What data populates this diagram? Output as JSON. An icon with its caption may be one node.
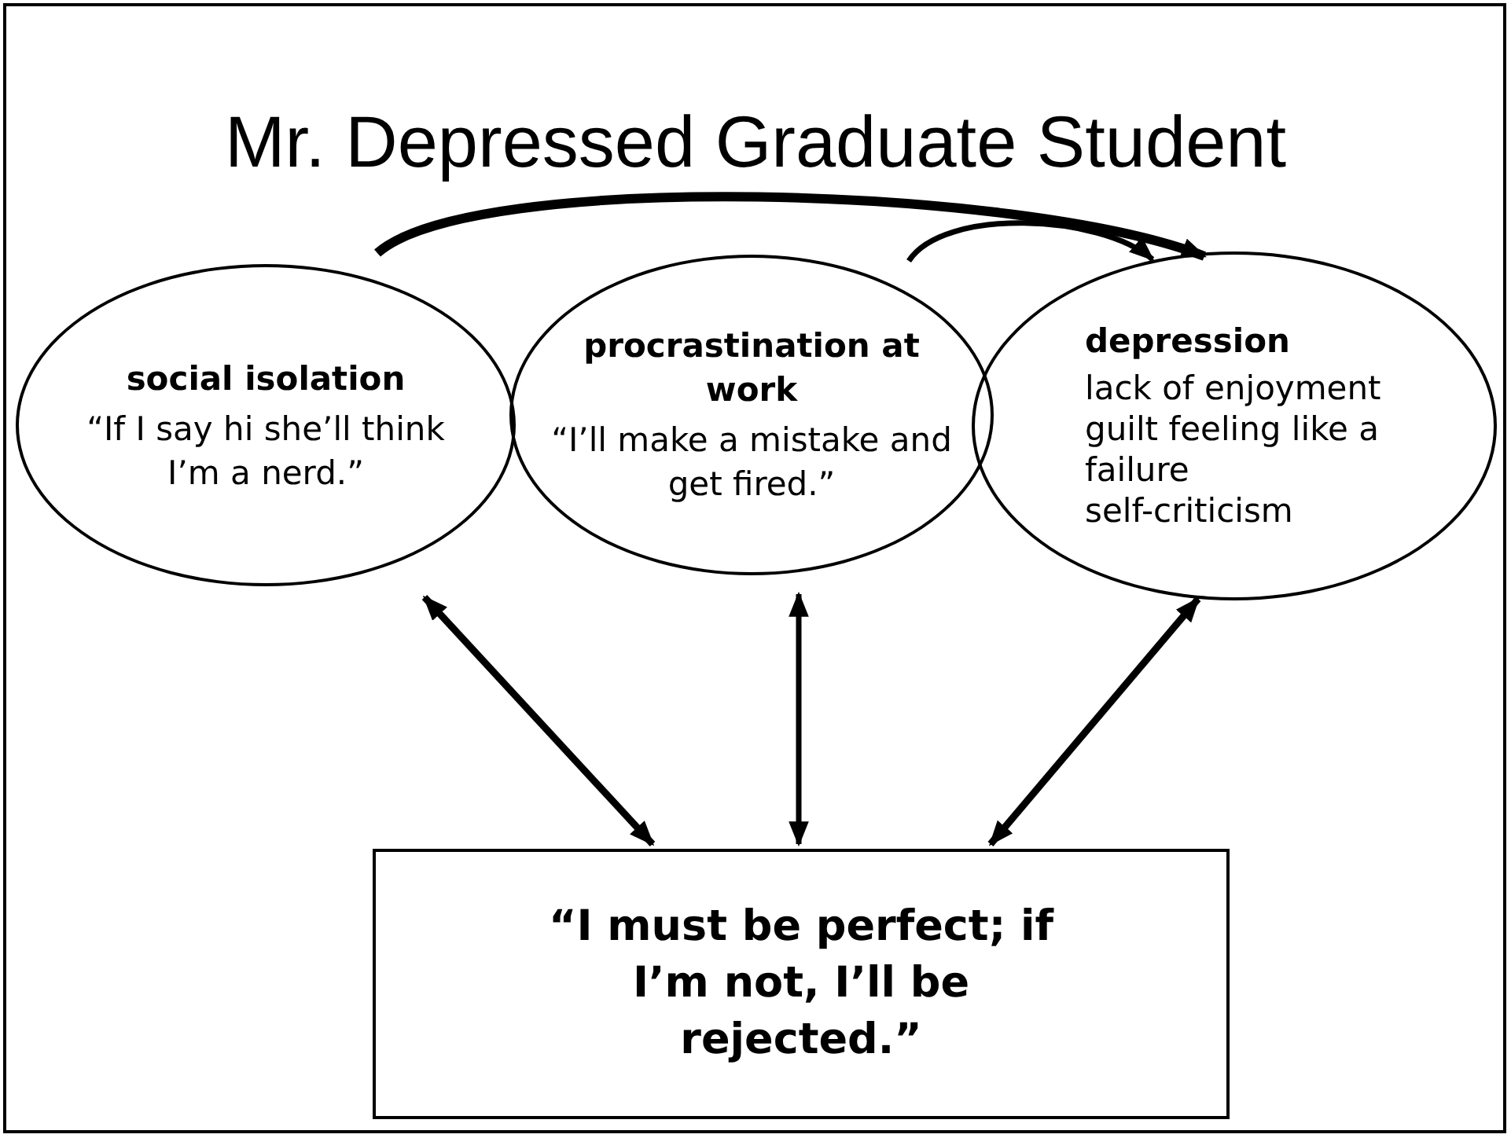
{
  "diagram": {
    "title": "Mr. Depressed Graduate Student",
    "nodes": [
      {
        "text": [
          "social isolation",
          "“If I say hi she’ll think I’m a nerd.”"
        ]
      },
      {
        "text": [
          "procrastination at work",
          "“I’ll make a mistake and get fired.”"
        ]
      },
      {
        "text": [
          "depression",
          "lack of enjoyment",
          "guilt feeling like a failure",
          "self-criticism"
        ]
      },
      {
        "text": [
          "“I must be perfect; if I’m not, I’ll be rejected.”"
        ]
      }
    ],
    "edges": [
      {
        "from": 0,
        "to": 2,
        "arrow": "to"
      },
      {
        "from": 1,
        "to": 2,
        "arrow": "to"
      },
      {
        "from": 3,
        "to": 0,
        "arrow": "both"
      },
      {
        "from": 3,
        "to": 1,
        "arrow": "both"
      },
      {
        "from": 3,
        "to": 2,
        "arrow": "both"
      }
    ]
  }
}
